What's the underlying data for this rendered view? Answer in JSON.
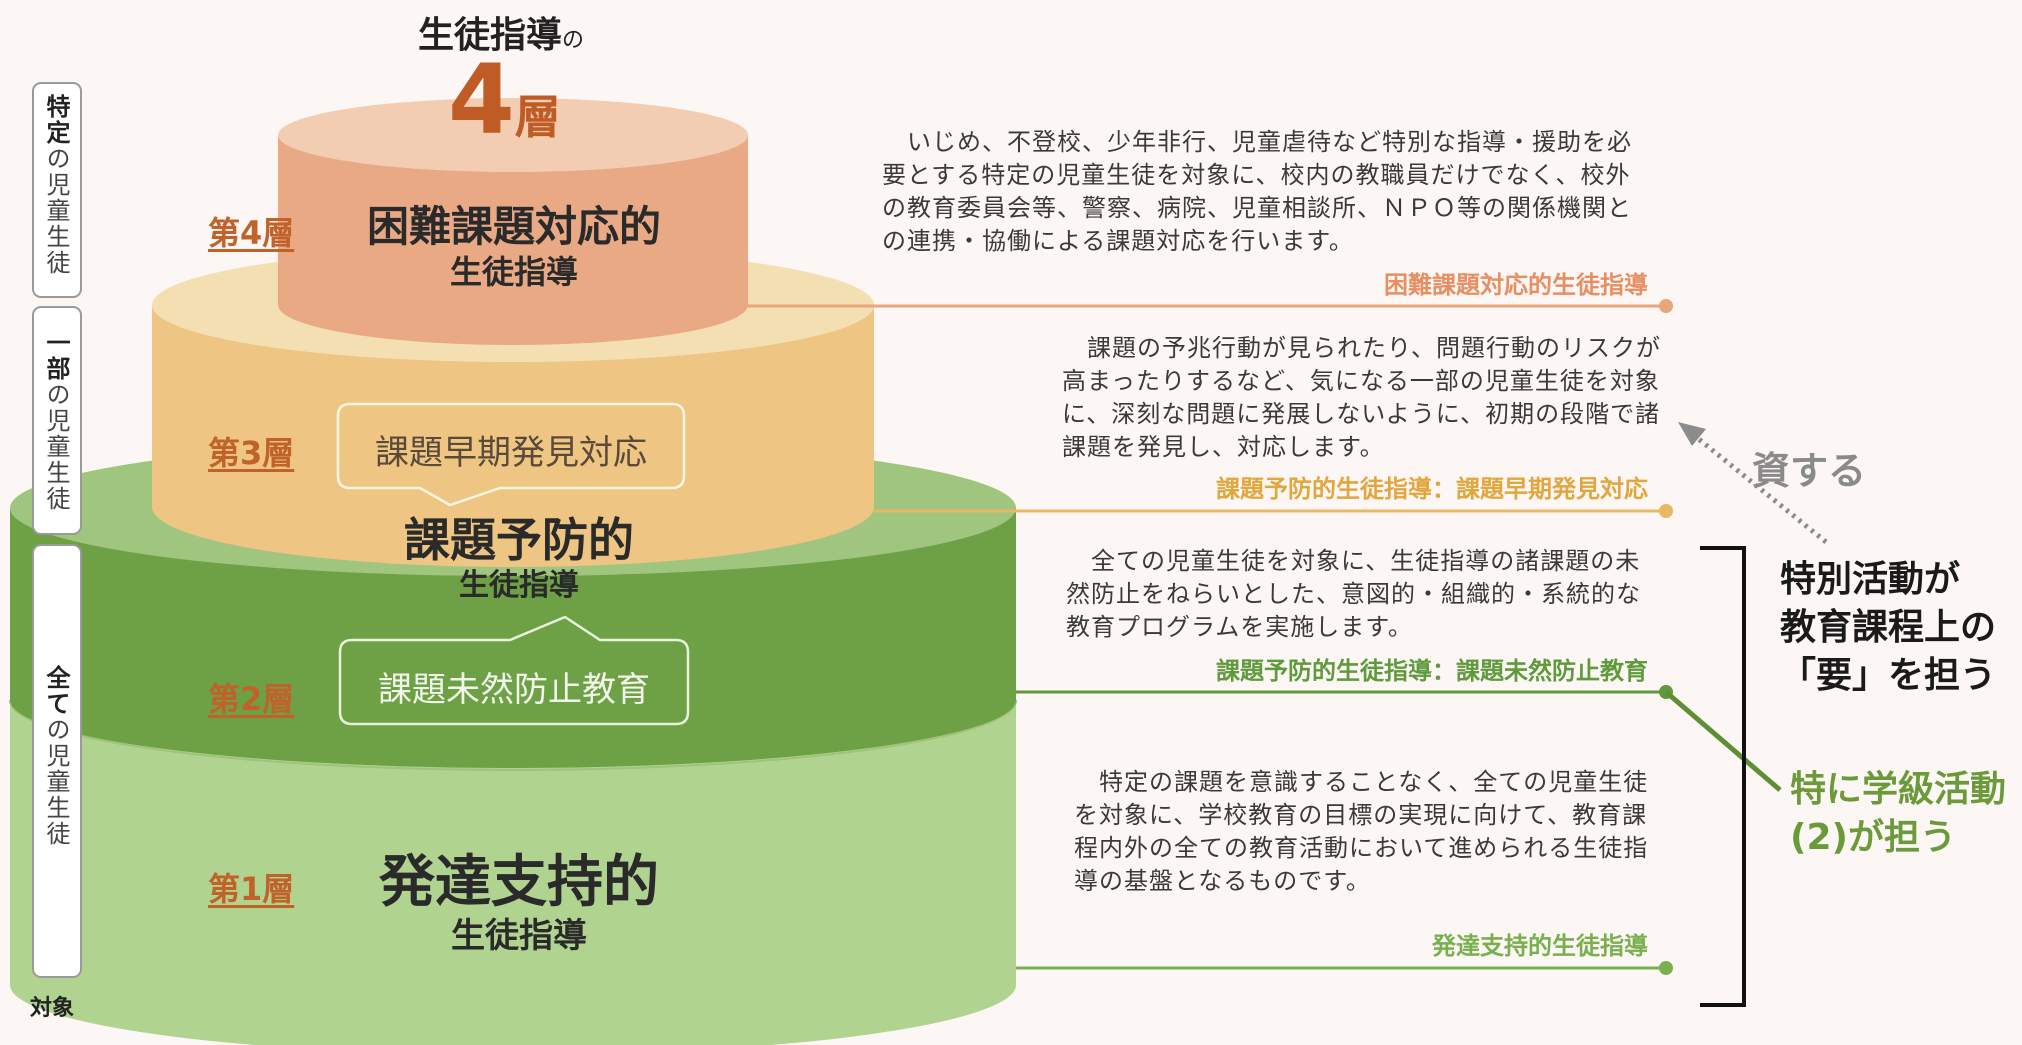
{
  "title": {
    "main": "生徒指導",
    "particle": "の",
    "number": "4",
    "unit": "層"
  },
  "targets": {
    "specific": {
      "strong": "特定",
      "rest": "の児童生徒"
    },
    "some": {
      "strong": "一部",
      "rest": "の児童生徒"
    },
    "all": {
      "strong": "全て",
      "rest": "の児童生徒"
    },
    "caption": "対象"
  },
  "layers": [
    {
      "label": "第4層",
      "name_main": "困難課題対応的",
      "name_sub": "生徒指導",
      "color": "#e9a985"
    },
    {
      "label": "第3層",
      "bubble": "課題早期発見対応",
      "color": "#eec583"
    },
    {
      "label": "第2層",
      "bubble": "課題未然防止教育",
      "color": "#6ea145"
    },
    {
      "label": "第1層",
      "name_main": "発達支持的",
      "name_sub": "生徒指導",
      "color": "#b1d390"
    }
  ],
  "shared_label": {
    "main": "課題予防的",
    "sub": "生徒指導"
  },
  "descriptions": [
    {
      "text": "　いじめ、不登校、少年非行、児童虐待など特別な指導・援助を必要とする特定の児童生徒を対象に、校内の教職員だけでなく、校外の教育委員会等、警察、病院、児童相談所、ＮＰＯ等の関係機関との連携・協働による課題対応を行います。",
      "subtitle": "困難課題対応的生徒指導",
      "color": "#e58f63"
    },
    {
      "text": "　課題の予兆行動が見られたり、問題行動のリスクが高まったりするなど、気になる一部の児童生徒を対象に、深刻な問題に発展しないように、初期の段階で諸課題を発見し、対応します。",
      "subtitle": "課題予防的生徒指導：課題早期発見対応",
      "color": "#e1a63e"
    },
    {
      "text": "　全ての児童生徒を対象に、生徒指導の諸課題の未然防止をねらいとした、意図的・組織的・系統的な教育プログラムを実施します。",
      "subtitle": "課題予防的生徒指導：課題未然防止教育",
      "color": "#5f9a3c"
    },
    {
      "text": "　特定の課題を意識することなく、全ての児童生徒を対象に、学校教育の目標の実現に向けて、教育課程内外の全ての教育活動において進められる生徒指導の基盤となるものです。",
      "subtitle": "発達支持的生徒指導",
      "color": "#78b04e"
    }
  ],
  "annotations": {
    "contributes": "資する",
    "special_line1": "特別活動が",
    "special_line2": "教育課程上の",
    "special_line3": "「要」を担う",
    "class_line1": "特に学級活動",
    "class_line2": "(2)が担う"
  },
  "colors": {
    "background": "#fcf7f4",
    "accent_orange": "#c0622a",
    "green_text": "#6b9a3a",
    "gray_text": "#8a8a8a"
  }
}
